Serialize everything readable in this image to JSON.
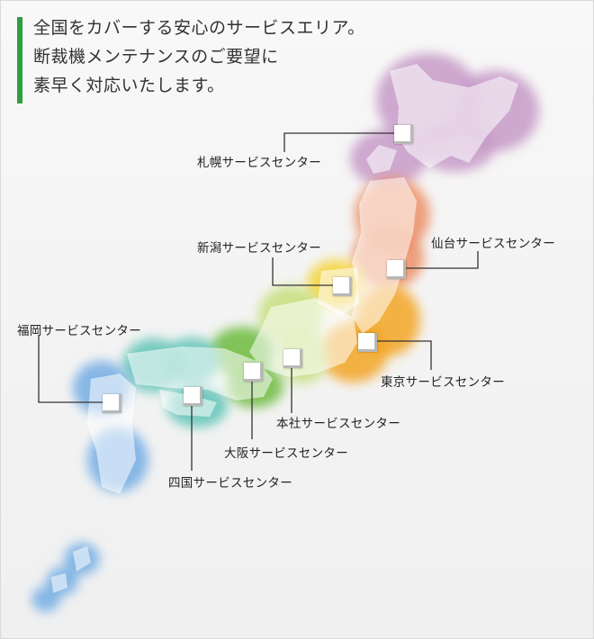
{
  "intro": {
    "lines": [
      "全国をカバーする安心のサービスエリア。",
      "断裁機メンテナンスのご要望に",
      "素早く対応いたします。"
    ]
  },
  "colors": {
    "accent": "#2e9e3e",
    "sapporo": "#c79ac8",
    "sendai": "#ec8f66",
    "niigata": "#f5d43a",
    "tokyo": "#f3a623",
    "honsha": "#c5df7c",
    "osaka": "#6cbb3c",
    "shikoku": "#5fc3b6",
    "fukuoka": "#73ade4",
    "land": "#ffffff"
  },
  "centers": [
    {
      "id": "sapporo",
      "label": "札幌サービスセンター"
    },
    {
      "id": "sendai",
      "label": "仙台サービスセンター"
    },
    {
      "id": "niigata",
      "label": "新潟サービスセンター"
    },
    {
      "id": "tokyo",
      "label": "東京サービスセンター"
    },
    {
      "id": "honsha",
      "label": "本社サービスセンター"
    },
    {
      "id": "osaka",
      "label": "大阪サービスセンター"
    },
    {
      "id": "shikoku",
      "label": "四国サービスセンター"
    },
    {
      "id": "fukuoka",
      "label": "福岡サービスセンター"
    }
  ]
}
